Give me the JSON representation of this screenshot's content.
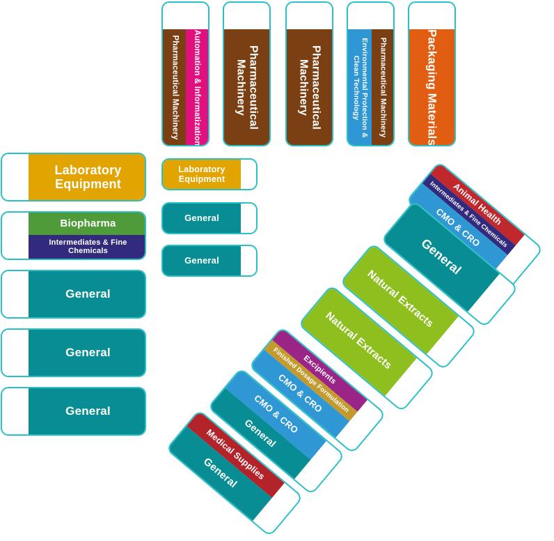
{
  "colors": {
    "border": "#2bc0c8",
    "teal": "#078d93",
    "brown": "#7a4013",
    "magenta": "#e0107f",
    "blue": "#2f97d3",
    "orange": "#e05d12",
    "gold": "#e1a400",
    "green": "#4f9b3a",
    "navy": "#322b7d",
    "lime": "#8ebf1f",
    "purple": "#9a2587",
    "olive": "#c39a2e",
    "red": "#c0282e",
    "crimson": "#b3242a"
  },
  "top_row": [
    {
      "bands": [
        "Automation & Informatization",
        "Pharmaceutical Machinery"
      ]
    },
    {
      "bands": [
        "Pharmaceutical Machinery"
      ]
    },
    {
      "bands": [
        "Pharmaceutical Machinery"
      ]
    },
    {
      "bands": [
        "Pharmaceutical Machinery",
        "Environmental Protection & Clean Technology"
      ]
    },
    {
      "bands": [
        "Packaging Materials"
      ]
    }
  ],
  "left_column": [
    {
      "bands": [
        "Laboratory Equipment"
      ]
    },
    {
      "bands": [
        "Biopharma",
        "Intermediates & Fine Chemicals"
      ]
    },
    {
      "bands": [
        "General"
      ]
    },
    {
      "bands": [
        "General"
      ]
    },
    {
      "bands": [
        "General"
      ]
    }
  ],
  "middle_column": [
    {
      "bands": [
        "Laboratory Equipment"
      ]
    },
    {
      "bands": [
        "General"
      ]
    },
    {
      "bands": [
        "General"
      ]
    }
  ],
  "diagonal": [
    {
      "bands": [
        "Animal Health",
        "Intermediates & Fine Chemicals",
        "CMO & CRO"
      ]
    },
    {
      "bands": [
        "General"
      ]
    },
    {
      "bands": [
        "Natural Extracts"
      ]
    },
    {
      "bands": [
        "Natural Extracts"
      ]
    },
    {
      "bands": [
        "Excipients",
        "Finished Dosage Formulation",
        "CMO & CRO"
      ]
    },
    {
      "bands": [
        "CMO & CRO",
        "General"
      ]
    },
    {
      "bands": [
        "Medical Supplies",
        "General"
      ]
    }
  ]
}
